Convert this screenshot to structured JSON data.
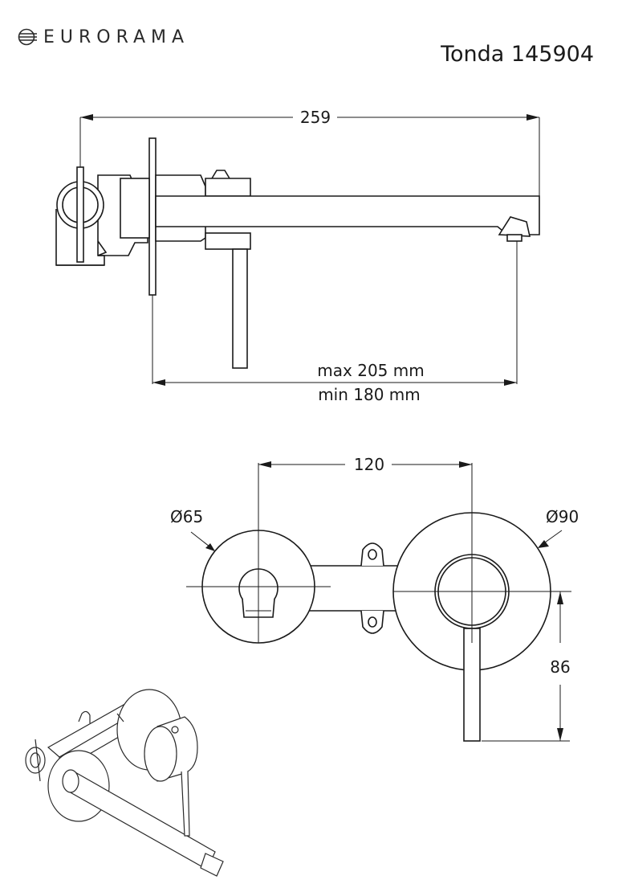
{
  "header": {
    "brand": "EURORAMA",
    "model": "Tonda 145904"
  },
  "dimensions": {
    "total_length": "259",
    "projection_max": "max 205 mm",
    "projection_min": "min 180 mm",
    "center_distance": "120",
    "spout_rosette_diameter": "Ø65",
    "handle_rosette_diameter": "Ø90",
    "lever_height": "86"
  },
  "icons": {
    "logo": "eurorama-logo-icon"
  }
}
